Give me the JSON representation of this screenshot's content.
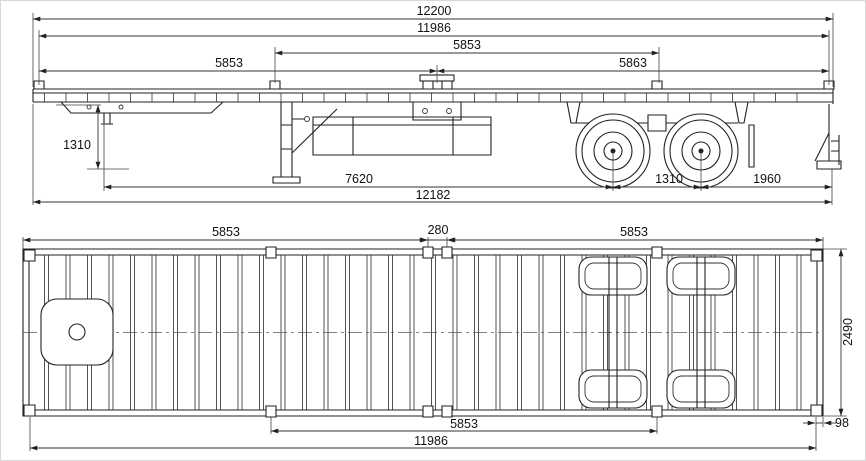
{
  "drawing": {
    "kind": "flatbed-container-semitrailer-two-view-drawing"
  },
  "side_view": {
    "dim_total_length": "12200",
    "dim_frame_length": "11986",
    "dim_mid_lock_span": "5853",
    "dim_front_lock_span": "5853",
    "dim_rear_lock_span": "5863",
    "dim_front_height": "1310",
    "dim_kingpin_to_bogie": "7620",
    "dim_axle_spacing": "1310",
    "dim_rear_overhang": "1960",
    "dim_overall_length": "12182"
  },
  "plan_view": {
    "dim_front_lock_span": "5853",
    "dim_center_gap": "280",
    "dim_rear_lock_span": "5853",
    "dim_overall_width": "2490",
    "dim_lock_edge_offset": "98",
    "dim_mid_lock_span": "5853",
    "dim_lock_to_lock_length": "11986"
  }
}
